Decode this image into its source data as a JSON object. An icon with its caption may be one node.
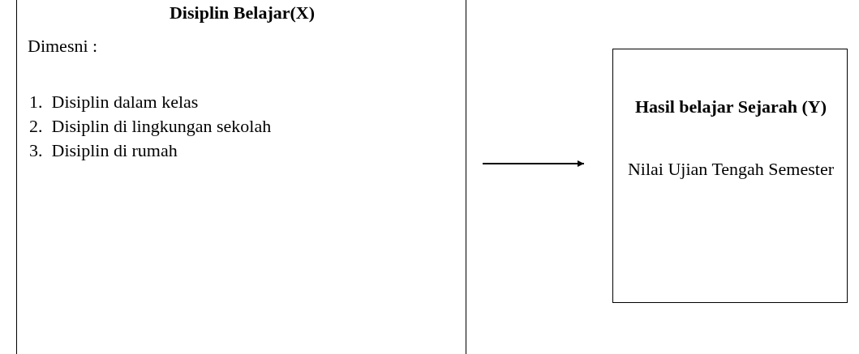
{
  "diagram": {
    "nodes": [
      {
        "text": [
          "Disiplin Belajar(X)",
          "Dimesni :",
          "1. Disiplin dalam kelas",
          "2. Disiplin di lingkungan sekolah",
          "3. Disiplin di rumah"
        ]
      },
      {
        "text": [
          "Hasil belajar Sejarah (Y)",
          "Nilai Ujian Tengah Semester"
        ]
      }
    ],
    "edges": [
      {
        "from": 0,
        "to": 1,
        "arrow": "to"
      }
    ]
  }
}
